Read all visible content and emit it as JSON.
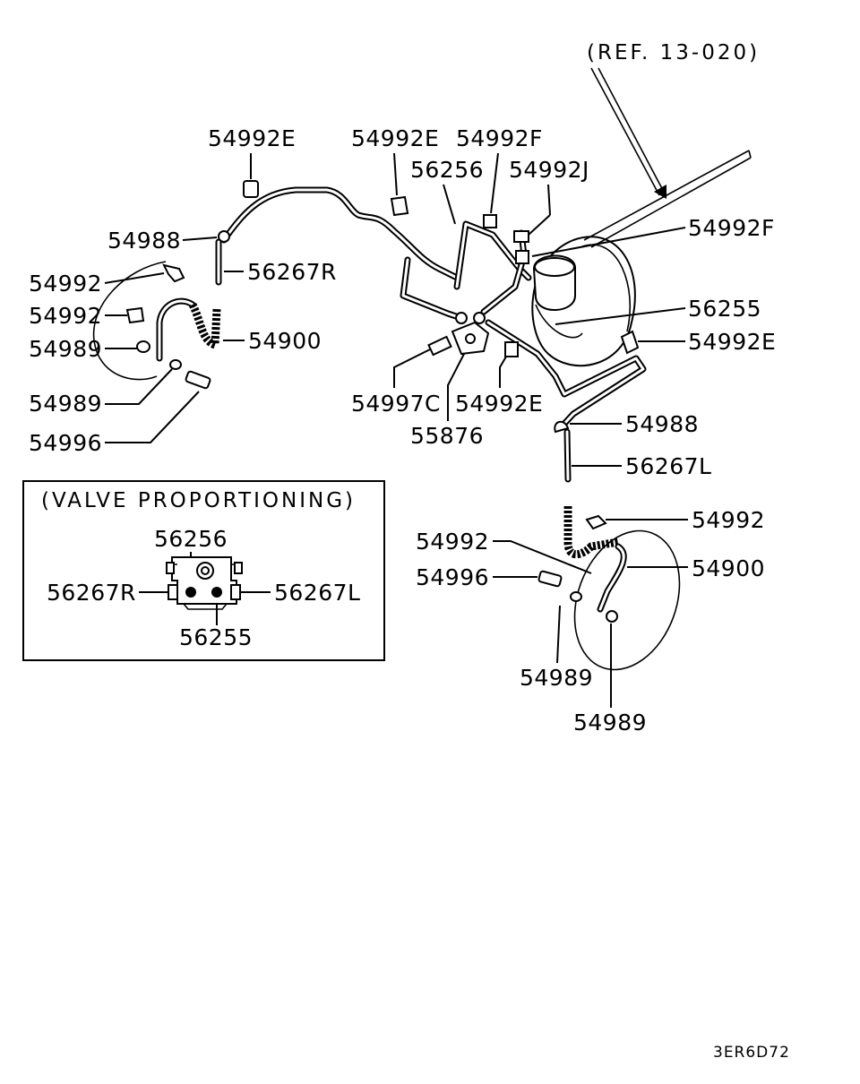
{
  "diagram": {
    "reference": "(REF. 13-020)",
    "image_code": "3ER6D72",
    "inset": {
      "title": "(VALVE PROPORTIONING)",
      "labels": {
        "top": "56256",
        "left": "56267R",
        "right": "56267L",
        "bottom": "56255"
      }
    },
    "callouts": {
      "c54992E_a": "54992E",
      "c54992E_b": "54992E",
      "c54992F_a": "54992F",
      "c56256": "56256",
      "c54992J": "54992J",
      "c54992F_b": "54992F",
      "c54988_a": "54988",
      "c56267R": "56267R",
      "c54992_a": "54992",
      "c54992_b": "54992",
      "c54989_a": "54989",
      "c54900_a": "54900",
      "c54989_b": "54989",
      "c54996_a": "54996",
      "c56255": "56255",
      "c54992E_c": "54992E",
      "c54997C": "54997C",
      "c54992E_d": "54992E",
      "c55876": "55876",
      "c54988_b": "54988",
      "c56267L": "56267L",
      "c54992_c": "54992",
      "c54992_d": "54992",
      "c54900_b": "54900",
      "c54996_b": "54996",
      "c54989_c": "54989",
      "c54989_d": "54989"
    }
  }
}
